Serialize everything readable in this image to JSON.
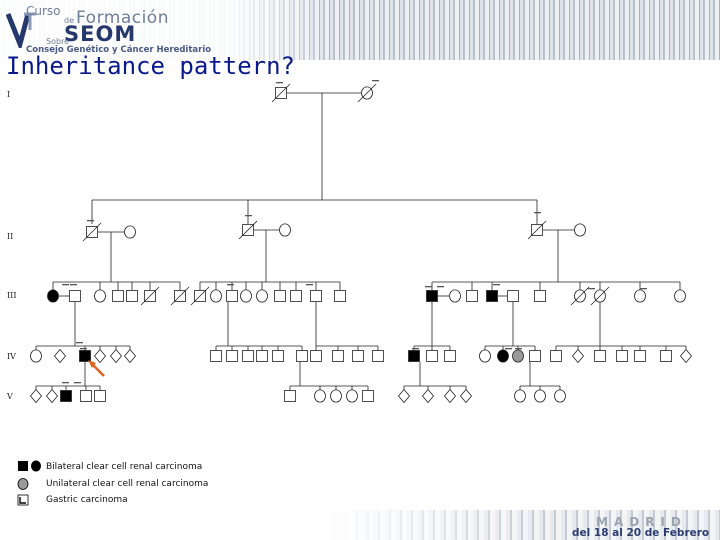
{
  "header": {
    "logo_curso": "Curso",
    "logo_de": "de",
    "logo_formacion": "Formación",
    "logo_sobre": "Sobre",
    "logo_seom": "SEOM",
    "logo_subtitle": "Consejo Genético y Cáncer Hereditario"
  },
  "title": "Inheritance pattern?",
  "generations": [
    "I",
    "II",
    "III",
    "IV",
    "V"
  ],
  "legend": {
    "items": [
      {
        "label": "Bilateral clear cell renal carcinoma"
      },
      {
        "label": "Unilateral clear cell renal carcinoma"
      },
      {
        "label": "Gastric carcinoma"
      }
    ]
  },
  "footer": {
    "city": "MADRID",
    "dates": "del 18 al 20 de Febrero"
  },
  "colors": {
    "title": "#0a1a8a",
    "affected": "#000000",
    "unilateral": "#9a9a9a",
    "arrow": "#e06020"
  }
}
